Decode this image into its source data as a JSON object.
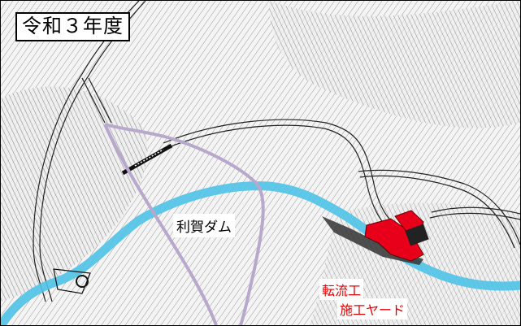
{
  "title": "令和３年度",
  "labels": {
    "dam": "利賀ダム",
    "yard_line1": "転流工",
    "yard_line2": "施工ヤード"
  },
  "colors": {
    "river": "#4fc3e8",
    "dam_outline": "#b8a8cc",
    "yard_fill": "#e8001a",
    "yard_text": "#e00000",
    "road": "#222222",
    "terrain": "#7a7a7a"
  },
  "icons": [
    "road",
    "river",
    "dam-outline",
    "construction-yard"
  ]
}
